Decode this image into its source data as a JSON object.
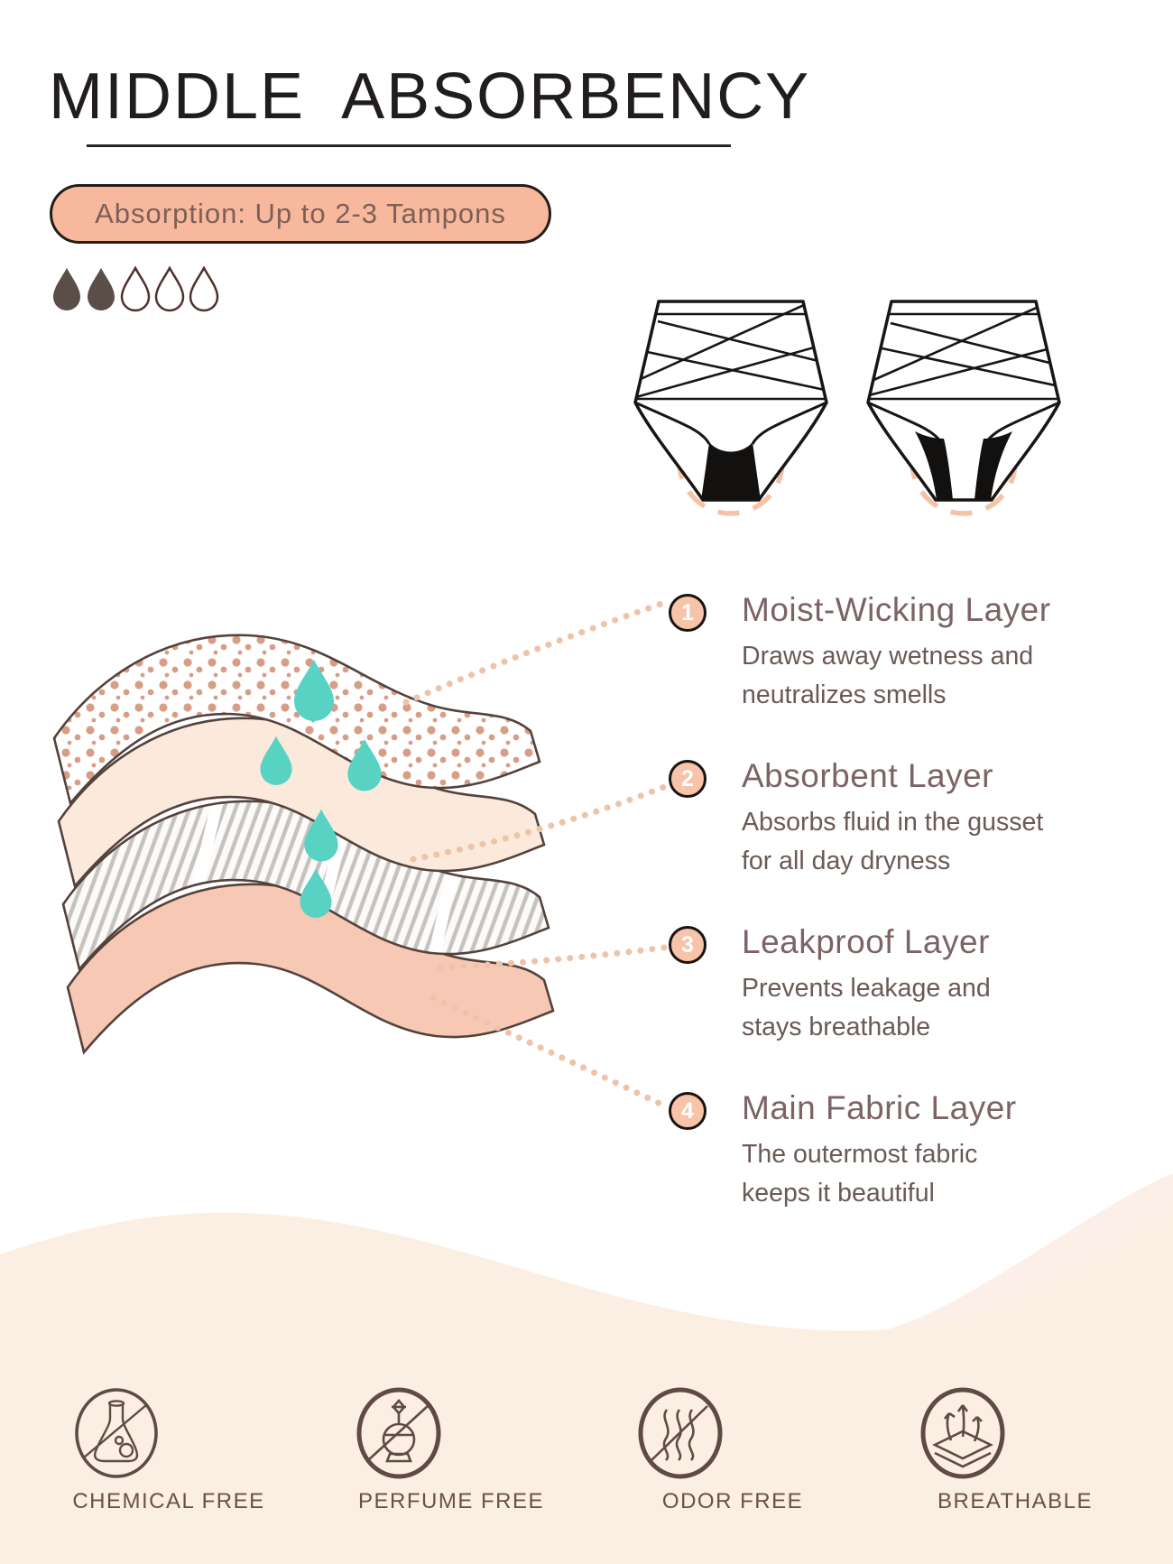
{
  "title": "MIDDLE  ABSORBENCY",
  "absorption": {
    "label": "Absorption: Up to  2-3 Tampons",
    "filled_drops": 2,
    "total_drops": 5
  },
  "layers": [
    {
      "num": "1",
      "name": "Moist-Wicking Layer",
      "desc_lines": [
        "Draws away wetness and",
        "neutralizes smells"
      ]
    },
    {
      "num": "2",
      "name": "Absorbent Layer",
      "desc_lines": [
        "Absorbs fluid in the gusset",
        "for all day dryness"
      ]
    },
    {
      "num": "3",
      "name": "Leakproof Layer",
      "desc_lines": [
        "Prevents leakage and",
        "stays breathable"
      ]
    },
    {
      "num": "4",
      "name": "Main Fabric Layer",
      "desc_lines": [
        "The outermost fabric",
        "keeps it beautiful"
      ]
    }
  ],
  "features": [
    {
      "label": "CHEMICAL FREE",
      "icon": "no-chemical-flask-icon"
    },
    {
      "label": "PERFUME FREE",
      "icon": "no-perfume-bottle-icon"
    },
    {
      "label": "ODOR FREE",
      "icon": "no-odor-waves-icon"
    },
    {
      "label": "BREATHABLE",
      "icon": "breathable-fabric-icon"
    }
  ],
  "colors": {
    "pill_bg": "#f8b89d",
    "pill_text": "#7c6057",
    "drop_filled": "#5b4e48",
    "drop_outline": "#4f322c",
    "teal_drop": "#58d3c3",
    "dot_layer": "#d79e86",
    "cream_layer": "#fbe9dc",
    "hatch_layer": "#c6c3bf",
    "pink_layer": "#f7c9b4",
    "connector_dots": "#edc4a9",
    "number_circle": "#f7c3a9",
    "heading_text": "#7c6365",
    "body_text": "#6a5a56",
    "bottom_wave": "#fbeee3",
    "icon_stroke": "#5f4b43",
    "dashed_highlight": "#f4c3a6"
  }
}
